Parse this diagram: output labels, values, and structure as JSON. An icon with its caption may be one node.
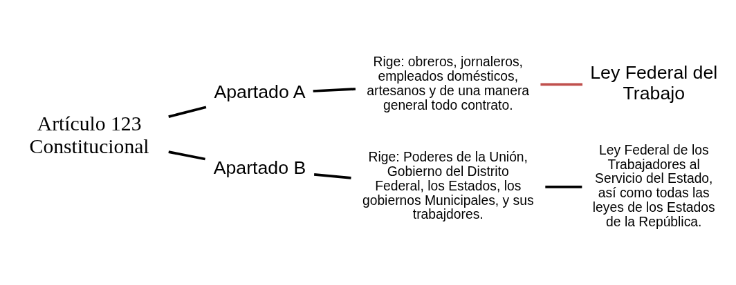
{
  "diagram": {
    "nodes": [
      {
        "text": [
          "Artículo 123 Constitucional"
        ]
      },
      {
        "text": [
          "Apartado A"
        ]
      },
      {
        "text": [
          "Rige: obreros, jornaleros, empleados domésticos, artesanos y de una manera general todo contrato."
        ]
      },
      {
        "text": [
          "Ley Federal del Trabajo"
        ]
      },
      {
        "text": [
          "Apartado B"
        ]
      },
      {
        "text": [
          "Rige: Poderes de la Unión, Gobierno del Distrito Federal, los Estados, los gobiernos Municipales, y sus trabajdores."
        ]
      },
      {
        "text": [
          "Ley Federal de los Trabajadores al Servicio del Estado, así como todas las leyes de los Estados de la República."
        ]
      }
    ],
    "edges": [
      {
        "from": 0,
        "to": 1,
        "arrow": "none"
      },
      {
        "from": 0,
        "to": 4,
        "arrow": "none"
      },
      {
        "from": 1,
        "to": 2,
        "arrow": "none"
      },
      {
        "from": 2,
        "to": 3,
        "arrow": "none",
        "color": "#c0504d"
      },
      {
        "from": 4,
        "to": 5,
        "arrow": "none"
      },
      {
        "from": 5,
        "to": 6,
        "arrow": "none"
      }
    ]
  }
}
